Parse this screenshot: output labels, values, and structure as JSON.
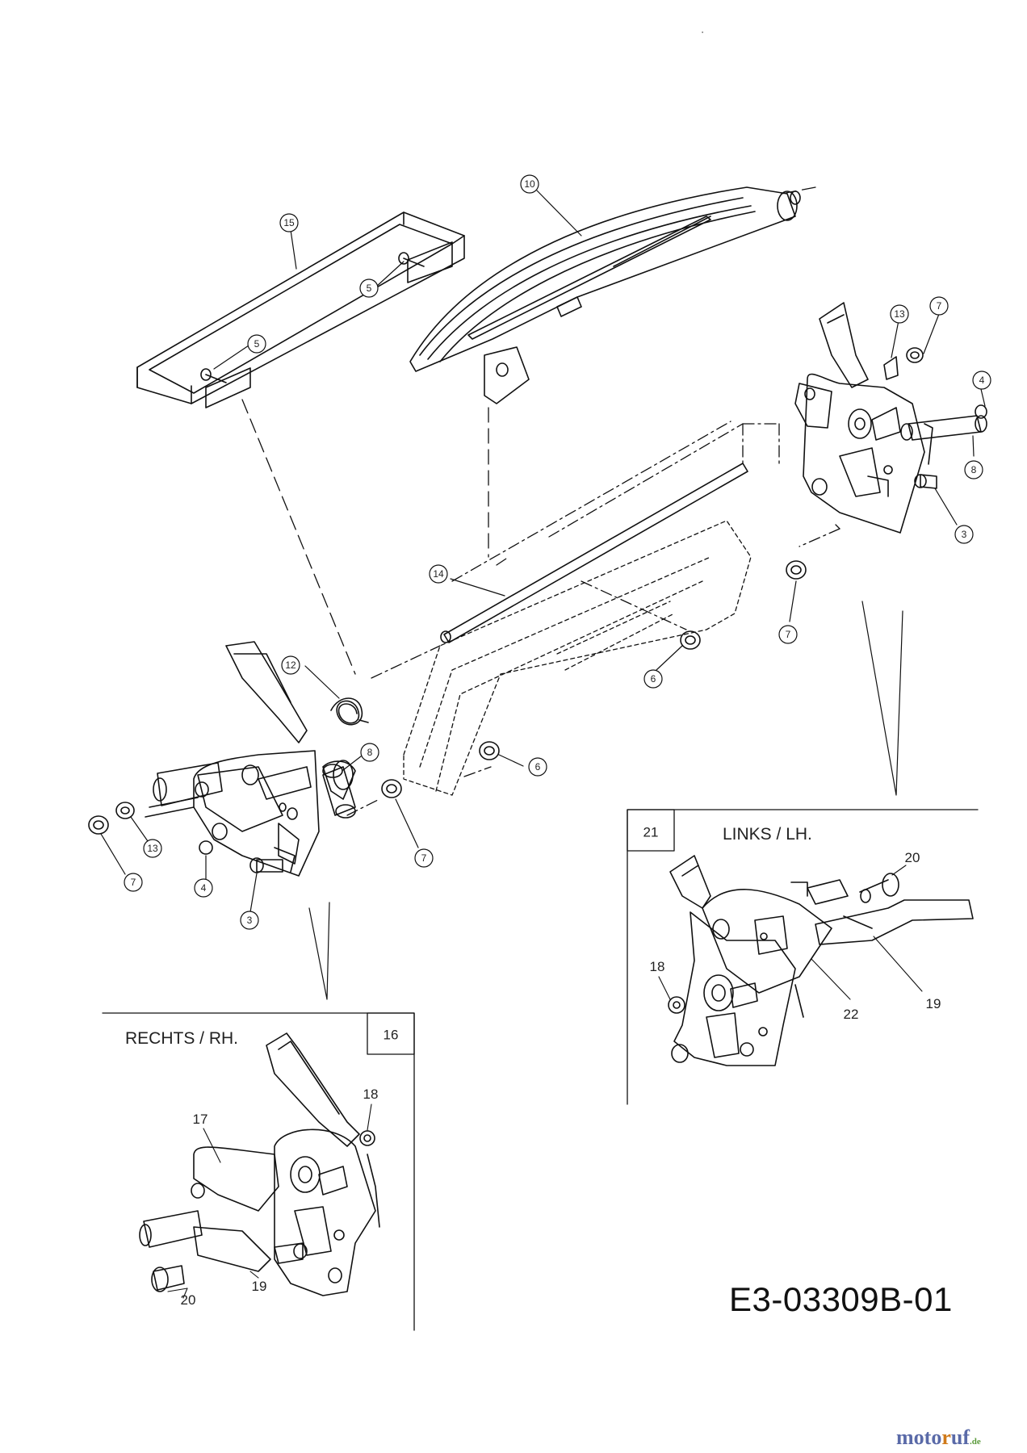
{
  "diagram": {
    "code": "E3-03309B-01",
    "watermark": {
      "main": "moto",
      "accent": "r",
      "tail": "uf",
      "tld": ".de"
    },
    "callouts": [
      {
        "id": "c10",
        "label": "10"
      },
      {
        "id": "c15",
        "label": "15"
      },
      {
        "id": "c5a",
        "label": "5"
      },
      {
        "id": "c5b",
        "label": "5"
      },
      {
        "id": "c13a",
        "label": "13"
      },
      {
        "id": "c7a",
        "label": "7"
      },
      {
        "id": "c4a",
        "label": "4"
      },
      {
        "id": "c8a",
        "label": "8"
      },
      {
        "id": "c3a",
        "label": "3"
      },
      {
        "id": "c7b",
        "label": "7"
      },
      {
        "id": "c14",
        "label": "14"
      },
      {
        "id": "c6a",
        "label": "6"
      },
      {
        "id": "c12",
        "label": "12"
      },
      {
        "id": "c8b",
        "label": "8"
      },
      {
        "id": "c6b",
        "label": "6"
      },
      {
        "id": "c7c",
        "label": "7"
      },
      {
        "id": "c13b",
        "label": "13"
      },
      {
        "id": "c7d",
        "label": "7"
      },
      {
        "id": "c4b",
        "label": "4"
      },
      {
        "id": "c3b",
        "label": "3"
      }
    ],
    "inset_left": {
      "title": "RECHTS / RH.",
      "box_number": "16",
      "labels": [
        "17",
        "18",
        "20",
        "19"
      ]
    },
    "inset_right": {
      "title": "LINKS / LH.",
      "box_number": "21",
      "labels": [
        "20",
        "18",
        "22",
        "19"
      ]
    }
  }
}
